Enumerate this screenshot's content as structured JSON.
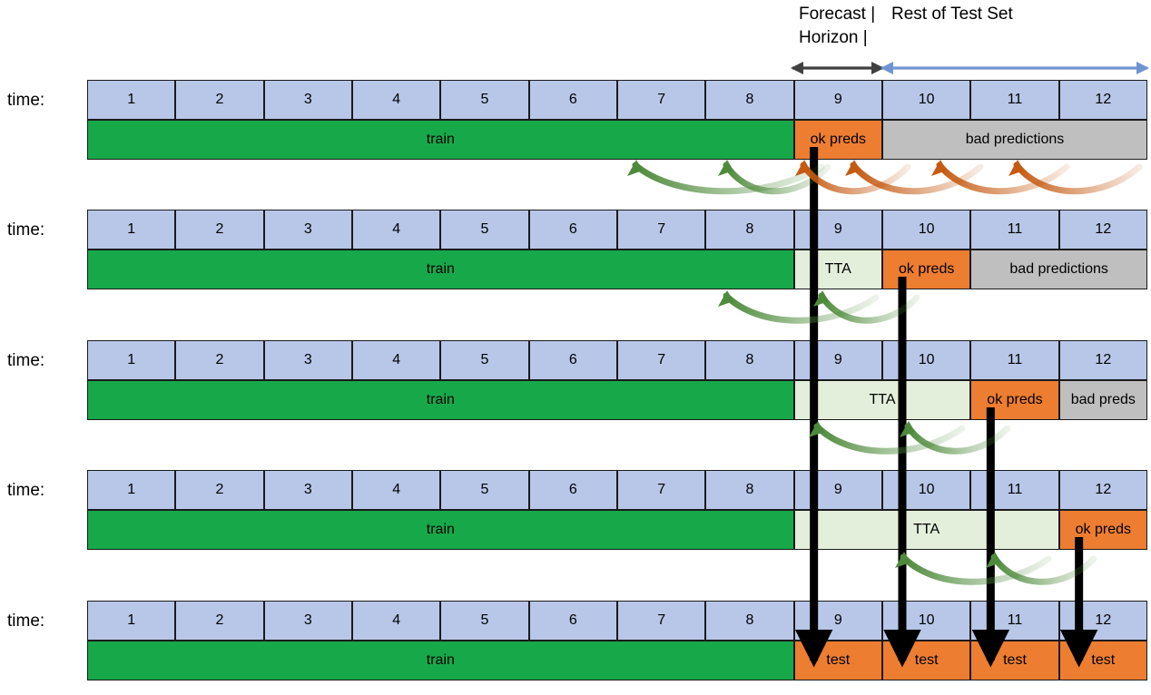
{
  "header": {
    "forecast_label_line1": "Forecast |",
    "forecast_label_line2": "Horizon  |",
    "rest_label": "Rest of Test Set",
    "forecast_arrow_name": "forecast-horizon-double-arrow",
    "rest_arrow_name": "rest-of-test-set-double-arrow",
    "forecast_arrow_color": "#404040",
    "rest_arrow_color": "#6f95d1"
  },
  "palette": {
    "time_cell": "#b8c7e8",
    "train": "#17a84a",
    "tta": "#e3efdb",
    "ok_preds": "#ed7d31",
    "bad_preds": "#bfbfbf",
    "test": "#ed7d31",
    "border": "#1a1a1a",
    "green_arrow": "#4e8a3b",
    "orange_arrow": "#c55a11",
    "black_arrow": "#000000"
  },
  "time_headers": [
    "1",
    "2",
    "3",
    "4",
    "5",
    "6",
    "7",
    "8",
    "9",
    "10",
    "11",
    "12"
  ],
  "rows": [
    {
      "label": "time:",
      "segments": [
        {
          "kind": "train",
          "text": "train",
          "start": 1,
          "span": 8
        },
        {
          "kind": "ok_preds",
          "text": "ok preds",
          "start": 9,
          "span": 1
        },
        {
          "kind": "bad_preds",
          "text": "bad predictions",
          "start": 10,
          "span": 3
        }
      ]
    },
    {
      "label": "time:",
      "segments": [
        {
          "kind": "train",
          "text": "train",
          "start": 1,
          "span": 8
        },
        {
          "kind": "tta",
          "text": "TTA",
          "start": 9,
          "span": 1
        },
        {
          "kind": "ok_preds",
          "text": "ok preds",
          "start": 10,
          "span": 1
        },
        {
          "kind": "bad_preds",
          "text": "bad predictions",
          "start": 11,
          "span": 2
        }
      ]
    },
    {
      "label": "time:",
      "segments": [
        {
          "kind": "train",
          "text": "train",
          "start": 1,
          "span": 8
        },
        {
          "kind": "tta",
          "text": "TTA",
          "start": 9,
          "span": 2
        },
        {
          "kind": "ok_preds",
          "text": "ok preds",
          "start": 11,
          "span": 1
        },
        {
          "kind": "bad_preds",
          "text": "bad preds",
          "start": 12,
          "span": 1
        }
      ]
    },
    {
      "label": "time:",
      "segments": [
        {
          "kind": "train",
          "text": "train",
          "start": 1,
          "span": 8
        },
        {
          "kind": "tta",
          "text": "TTA",
          "start": 9,
          "span": 3
        },
        {
          "kind": "ok_preds",
          "text": "ok preds",
          "start": 12,
          "span": 1
        }
      ]
    },
    {
      "label": "time:",
      "segments": [
        {
          "kind": "train",
          "text": "train",
          "start": 1,
          "span": 8
        },
        {
          "kind": "test",
          "text": "test",
          "start": 9,
          "span": 1
        },
        {
          "kind": "test",
          "text": "test",
          "start": 10,
          "span": 1
        },
        {
          "kind": "test",
          "text": "test",
          "start": 11,
          "span": 1
        },
        {
          "kind": "test",
          "text": "test",
          "start": 12,
          "span": 1
        }
      ]
    }
  ],
  "vertical_arrows": [
    {
      "name": "test-link-arrow-9",
      "column": 9,
      "from_row": 0,
      "to_row": 4
    },
    {
      "name": "test-link-arrow-10",
      "column": 10,
      "from_row": 1,
      "to_row": 4
    },
    {
      "name": "test-link-arrow-11",
      "column": 11,
      "from_row": 2,
      "to_row": 4
    },
    {
      "name": "test-link-arrow-12",
      "column": 12,
      "from_row": 3,
      "to_row": 4
    }
  ],
  "curved_arrows": {
    "row1_green_count": 2,
    "row1_orange_count": 4,
    "row2_green_count": 2,
    "row3_green_count": 2,
    "row4_green_count": 2
  }
}
